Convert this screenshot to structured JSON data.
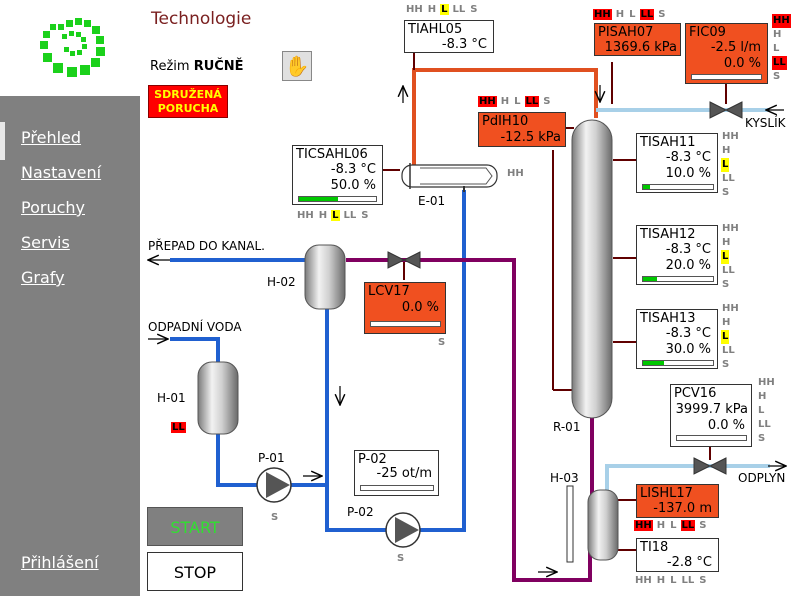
{
  "nav": {
    "items": [
      {
        "label": "Přehled"
      },
      {
        "label": "Nastavení"
      },
      {
        "label": "Poruchy"
      },
      {
        "label": "Servis"
      },
      {
        "label": "Grafy"
      }
    ],
    "login": "Přihlášení"
  },
  "header": {
    "title": "Technologie",
    "mode_label": "Režim",
    "mode_value": "RUČNĚ",
    "alarm_line1": "SDRUŽENÁ",
    "alarm_line2": "PORUCHA"
  },
  "buttons": {
    "start": "START",
    "stop": "STOP"
  },
  "labels": {
    "prepad": "PŘEPAD DO KANAL.",
    "odpadni": "ODPADNÍ VODA",
    "kyslik": "KYSLÍK",
    "odplyn": "ODPLYN",
    "e01": "E-01",
    "h01": "H-01",
    "h02": "H-02",
    "h03": "H-03",
    "p01": "P-01",
    "p02": "P-02",
    "r01": "R-01",
    "s": "S",
    "hh_e01": "HH",
    "ll_h01": "LL"
  },
  "instruments": {
    "tiahl05": {
      "name": "TIAHL05",
      "value": "-8.3 °C"
    },
    "ticsahl06": {
      "name": "TICSAHL06",
      "value": "-8.3 °C",
      "output": "50.0 %",
      "level": 0.5
    },
    "pisah07": {
      "name": "PISAH07",
      "value": "1369.6 kPa"
    },
    "fic09": {
      "name": "FIC09",
      "value": "-2.5 l/m",
      "output": "0.0 %",
      "level": 0.0
    },
    "pdih10": {
      "name": "PdIH10",
      "value": "-12.5 kPa"
    },
    "tisah11": {
      "name": "TISAH11",
      "value": "-8.3 °C",
      "output": "10.0 %",
      "level": 0.1
    },
    "tisah12": {
      "name": "TISAH12",
      "value": "-8.3 °C",
      "output": "20.0 %",
      "level": 0.2
    },
    "tisah13": {
      "name": "TISAH13",
      "value": "-8.3 °C",
      "output": "30.0 %",
      "level": 0.3
    },
    "lcv17": {
      "name": "LCV17",
      "output": "0.0 %",
      "level": 0.0
    },
    "pcv16": {
      "name": "PCV16",
      "value": "3999.7 kPa",
      "output": "0.0 %",
      "level": 0.0
    },
    "lishl17": {
      "name": "LISHL17",
      "value": "-137.0 m"
    },
    "ti18": {
      "name": "TI18",
      "value": "-2.8 °C"
    },
    "p02": {
      "name": "P-02",
      "value": "-25 ot/m"
    }
  },
  "flag_text": {
    "hh": "HH",
    "h": "H",
    "l": "L",
    "ll": "LL",
    "s": "S"
  },
  "colors": {
    "alarm_red": "#ff0000",
    "warn_yellow": "#ffff00",
    "water_blue": "#2060d0",
    "product_purple": "#800060",
    "hot_orange": "#e05020",
    "gas_lightblue": "#a8d0e8",
    "signal_brown": "#600000"
  }
}
